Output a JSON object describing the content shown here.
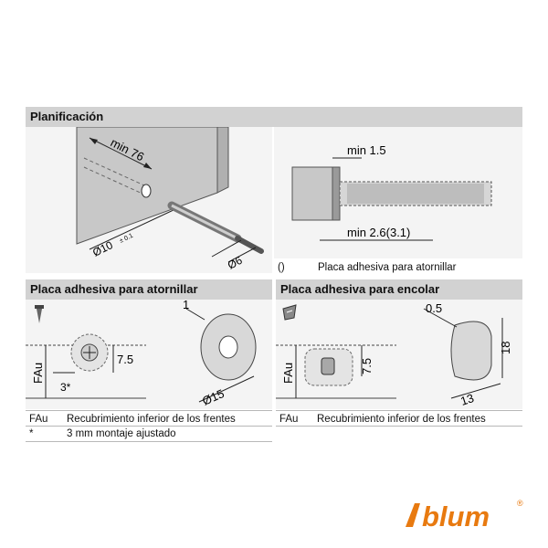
{
  "sections": {
    "planning": {
      "title": "Planificación"
    },
    "screw_plate": {
      "title": "Placa adhesiva para atornillar"
    },
    "glue_plate": {
      "title": "Placa adhesiva para encolar"
    }
  },
  "planning_diagram": {
    "min_depth": "min 76",
    "hole_diameter": "Ø10",
    "tolerance": "± 0.1",
    "diameter_6": "Ø6"
  },
  "detail_diagram": {
    "min_1_5": "min 1.5",
    "min_2_6": "min 2.6(3.1)"
  },
  "detail_legend": {
    "key": "()",
    "value": "Placa adhesiva para atornillar"
  },
  "screw_diagram": {
    "offset": "7.5",
    "fau": "FAu",
    "three": "3*",
    "thickness": "1",
    "diameter": "Ø15"
  },
  "glue_diagram": {
    "offset": "7.5",
    "fau": "FAu",
    "radius": "0.5",
    "height": "18",
    "width": "13"
  },
  "legend_left": [
    {
      "key": "FAu",
      "value": "Recubrimiento inferior de los frentes"
    },
    {
      "key": "*",
      "value": "3 mm montaje ajustado"
    }
  ],
  "legend_right": [
    {
      "key": "FAu",
      "value": "Recubrimiento inferior de los frentes"
    }
  ],
  "brand": {
    "name": "blum",
    "registered": "®",
    "color": "#e87a10"
  },
  "colors": {
    "header": "#d2d2d2",
    "panel": "#f4f4f4",
    "rod": "#a8a8a8"
  }
}
